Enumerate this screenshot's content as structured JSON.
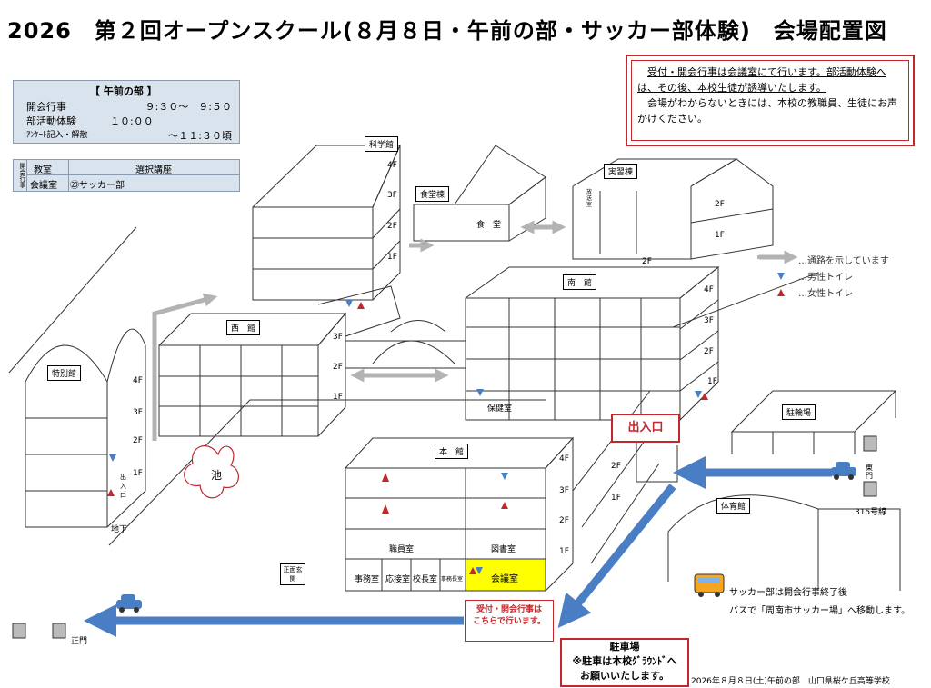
{
  "title": "2026　第２回オープンスクール(８月８日・午前の部・サッカー部体験)　会場配置図",
  "schedule": {
    "heading": "【 午前の部 】",
    "rows": [
      {
        "label": "開会行事",
        "time": "９:３０～　９:５０"
      },
      {
        "label": "部活動体験",
        "time": "１０:００"
      },
      {
        "label": "ｱﾝｹｰﾄ記入・解散",
        "time": "～１１:３０頃"
      }
    ]
  },
  "rooms_table": {
    "side_label": "開会行事",
    "headers": [
      "教室",
      "選択講座"
    ],
    "rows": [
      [
        "会議室",
        "⑳サッカー部"
      ]
    ]
  },
  "notice": {
    "line1": "受付・開会行事は会議室にて行います。部活動体験へは、その後、本校生徒が誘導いたします。",
    "line2": "会場がわからないときには、本校の教職員、生徒にお声かけください。"
  },
  "buildings": {
    "kagakukan": "科学館",
    "shokudou_tou": "食堂棟",
    "shokudou": "食　堂",
    "jisshu_tou": "実習棟",
    "nankan": "南　館",
    "seikan": "西　館",
    "tokubetsukan": "特別館",
    "honkan": "本　館",
    "taiikukan": "体育館",
    "churinjo": "駐輪場",
    "ike": "池",
    "hokenshitsu": "保健室",
    "shokuinshitsu": "職員室",
    "toshoshitsu": "図書室",
    "jimushitsu": "事務室",
    "osetsushitsu": "応接室",
    "kouchoushitsu": "校長室",
    "jimuchoushitsu": "事務長室",
    "kaigishitsu": "会議室",
    "shomen_genkan": "正面玄関",
    "hosetsu": "放送室",
    "chika": "地下",
    "deiriguchi_small": "出入口",
    "higashimon": "東門",
    "seimon": "正門",
    "route": "315号線"
  },
  "floors": {
    "kagakukan": [
      "4F",
      "3F",
      "2F",
      "1F"
    ],
    "jisshu": [
      "2F",
      "1F"
    ],
    "jisshu_2f": "2F",
    "nankan": [
      "4F",
      "3F",
      "2F",
      "1F"
    ],
    "seikan": [
      "3F",
      "2F",
      "1F"
    ],
    "tokubetsu": [
      "4F",
      "3F",
      "2F",
      "1F"
    ],
    "honkan": [
      "4F",
      "3F",
      "2F",
      "1F"
    ],
    "walkway": [
      "2F",
      "1F"
    ]
  },
  "legend": {
    "passage": "…通路を示しています",
    "male": "…男性トイレ",
    "female": "…女性トイレ"
  },
  "entrance": "出入口",
  "reception_box": "受付・開会行事は\nこちらで行います。",
  "parking": {
    "title": "駐車場",
    "line2": "※駐車は本校ｸﾞﾗｳﾝﾄﾞへ",
    "line3": "お願いいたします。"
  },
  "bus_note": {
    "line1": "サッカー部は開会行事終了後",
    "line2": "バスで「周南市サッカー場」へ移動します。"
  },
  "footer": "2026年８月８日(土)午前の部　山口県桜ケ丘高等学校",
  "colors": {
    "arrow": "#4a7ec4",
    "red": "#c0282d",
    "grey_arrow": "#b3b3b3",
    "highlight": "#ffff00"
  }
}
